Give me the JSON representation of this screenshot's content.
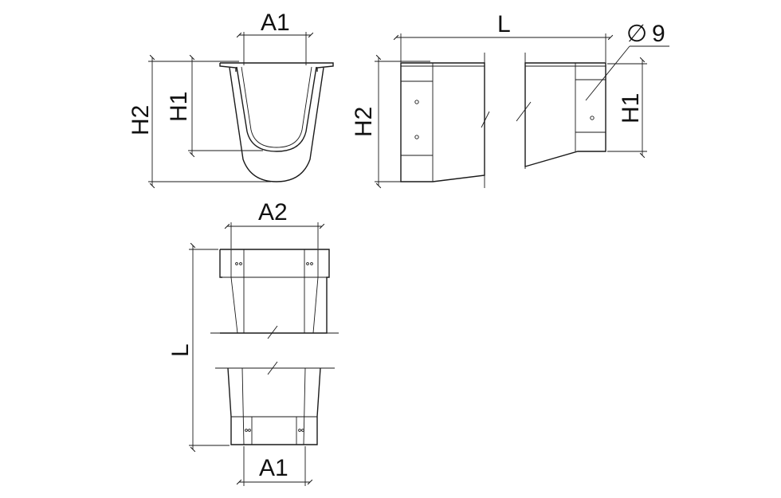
{
  "labels": {
    "a1": "A1",
    "a2": "A2",
    "h1": "H1",
    "h2": "H2",
    "l": "L",
    "dia": "9",
    "dia_symbol": "∅"
  }
}
